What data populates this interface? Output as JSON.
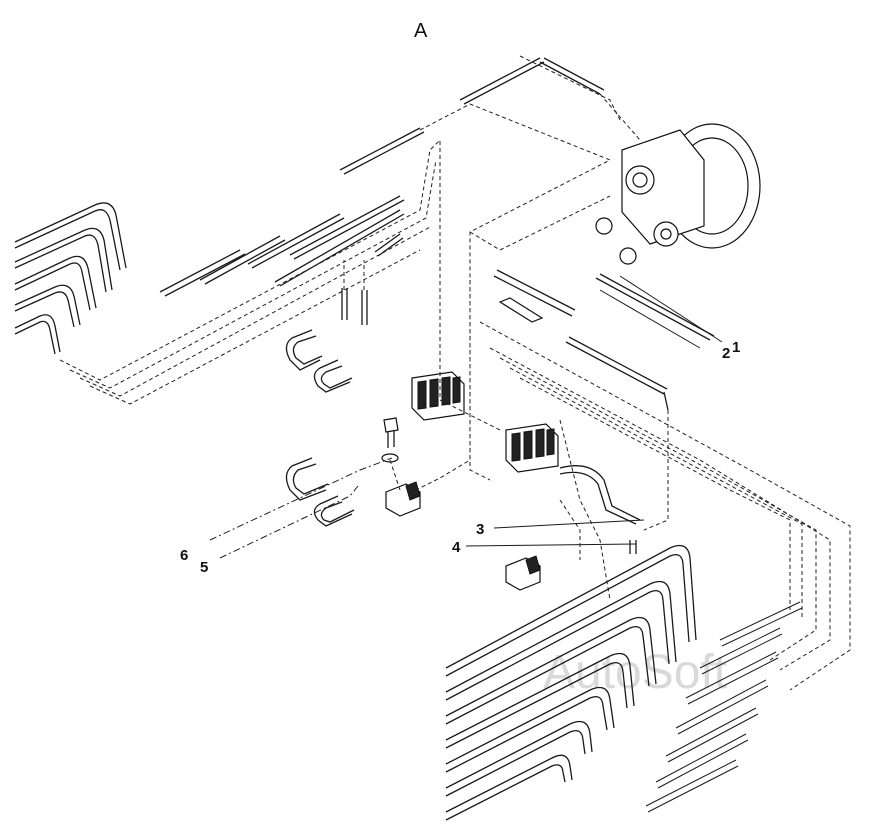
{
  "title": "A",
  "watermark": "AutoSoft",
  "callouts": {
    "c1": "1",
    "c2": "2",
    "c3": "3",
    "c4": "4",
    "c5": "5",
    "c6": "6"
  }
}
